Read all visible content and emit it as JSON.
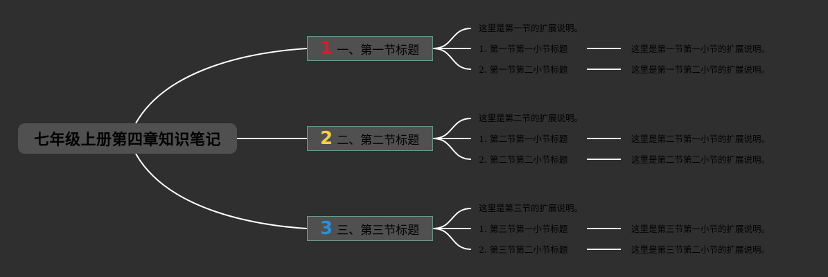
{
  "root": {
    "title": "七年级上册第四章知识笔记"
  },
  "sections": [
    {
      "number": "1",
      "number_color": "#d0202e",
      "title": "一、第一节标题",
      "description": "这里是第一节的扩展说明。",
      "subsections": [
        {
          "title": "1. 第一节第一小节标题",
          "description": "这里是第一节第一小节的扩展说明。"
        },
        {
          "title": "2. 第一节第二小节标题",
          "description": "这里是第一节第二小节的扩展说明。"
        }
      ]
    },
    {
      "number": "2",
      "number_color": "#f2d04a",
      "title": "二、第二节标题",
      "description": "这里是第二节的扩展说明。",
      "subsections": [
        {
          "title": "1. 第二节第一小节标题",
          "description": "这里是第二节第一小节的扩展说明。"
        },
        {
          "title": "2. 第二节第二小节标题",
          "description": "这里是第二节第二小节的扩展说明。"
        }
      ]
    },
    {
      "number": "3",
      "number_color": "#2a8fd6",
      "title": "三、第三节标题",
      "description": "这里是第三节的扩展说明。",
      "subsections": [
        {
          "title": "1. 第三节第一小节标题",
          "description": "这里是第三节第一小节的扩展说明。"
        },
        {
          "title": "2. 第三节第二小节标题",
          "description": "这里是第三节第二小节的扩展说明。"
        }
      ]
    }
  ],
  "colors": {
    "background": "#2f2f2f",
    "connector": "#ffffff",
    "node_fill": "#505050",
    "node_border": "#6a9a8c"
  }
}
